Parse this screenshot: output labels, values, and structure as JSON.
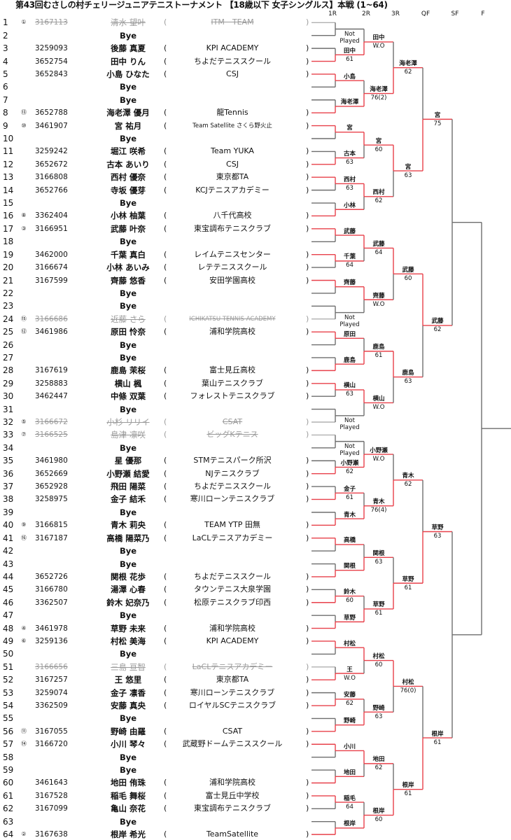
{
  "title": "第43回むさしの村チェリージュニアテニストーナメント 【18歳以下 女子シングルス】本戦 (1~64)",
  "round_headers": [
    "1R",
    "2R",
    "3R",
    "QF",
    "SF",
    "F"
  ],
  "colors": {
    "win": "#e8404a",
    "line": "#6e6e6e",
    "withdrawn": "#b0b0b0"
  },
  "rows": [
    {
      "n": "1",
      "seed": "①",
      "id": "3167113",
      "name": "清水 望叶",
      "team": "ITM　TEAM",
      "withdrawn": true
    },
    {
      "n": "2",
      "bye": "Bye"
    },
    {
      "n": "3",
      "id": "3259093",
      "name": "後藤 真夏",
      "team": "KPI ACADEMY"
    },
    {
      "n": "4",
      "id": "3652754",
      "name": "田中 りん",
      "team": "ちよだテニススクール"
    },
    {
      "n": "5",
      "id": "3652843",
      "name": "小島 ひなた",
      "team": "CSJ"
    },
    {
      "n": "6",
      "bye": "Bye"
    },
    {
      "n": "7",
      "bye": "Bye"
    },
    {
      "n": "8",
      "seed": "⑬",
      "id": "3652788",
      "name": "海老澤 優月",
      "team": "龍Tennis"
    },
    {
      "n": "9",
      "seed": "⑩",
      "id": "3461907",
      "name": "宮 祐月",
      "team": "Team Satellite さくら野火止",
      "small": true
    },
    {
      "n": "10",
      "bye": "Bye"
    },
    {
      "n": "11",
      "id": "3259242",
      "name": "堀江 咲希",
      "team": "Team YUKA"
    },
    {
      "n": "12",
      "id": "3652672",
      "name": "古本 あいり",
      "team": "CSJ"
    },
    {
      "n": "13",
      "id": "3166808",
      "name": "西村 優奈",
      "team": "東京都TA"
    },
    {
      "n": "14",
      "id": "3652766",
      "name": "寺坂 優芽",
      "team": "KCJテニスアカデミー"
    },
    {
      "n": "15",
      "bye": "Bye"
    },
    {
      "n": "16",
      "seed": "⑧",
      "id": "3362404",
      "name": "小林 柚葉",
      "team": "八千代高校"
    },
    {
      "n": "17",
      "seed": "③",
      "id": "3166951",
      "name": "武藤 叶奈",
      "team": "東宝調布テニスクラブ"
    },
    {
      "n": "18",
      "bye": "Bye"
    },
    {
      "n": "19",
      "id": "3462000",
      "name": "千葉 真白",
      "team": "レイムテニスセンター"
    },
    {
      "n": "20",
      "id": "3166674",
      "name": "小林 あいみ",
      "team": "レテテニススクール"
    },
    {
      "n": "21",
      "id": "3167599",
      "name": "齊藤 悠香",
      "team": "安田学園高校"
    },
    {
      "n": "22",
      "bye": "Bye"
    },
    {
      "n": "23",
      "bye": "Bye"
    },
    {
      "n": "24",
      "seed": "⑮",
      "id": "3166686",
      "name": "近藤 さら",
      "team": "ICHIKATSU TENNIS ACADEMY",
      "small": true,
      "withdrawn": true
    },
    {
      "n": "25",
      "seed": "⑫",
      "id": "3461986",
      "name": "原田 怜奈",
      "team": "浦和学院高校"
    },
    {
      "n": "26",
      "bye": "Bye"
    },
    {
      "n": "27",
      "bye": "Bye"
    },
    {
      "n": "28",
      "id": "3167619",
      "name": "鹿島 茉桜",
      "team": "富士見丘高校"
    },
    {
      "n": "29",
      "id": "3258883",
      "name": "横山 楓",
      "team": "葉山テニスクラブ"
    },
    {
      "n": "30",
      "id": "3462447",
      "name": "中條 双葉",
      "team": "フォレストテニスクラブ"
    },
    {
      "n": "31",
      "bye": "Bye"
    },
    {
      "n": "32",
      "seed": "⑤",
      "id": "3166672",
      "name": "小杉 リリイ",
      "team": "CSAT",
      "withdrawn": true
    },
    {
      "n": "33",
      "seed": "⑦",
      "id": "3166525",
      "name": "島津 凛咲",
      "team": "ビッグKテニス",
      "withdrawn": true
    },
    {
      "n": "34",
      "bye": "Bye"
    },
    {
      "n": "35",
      "id": "3461980",
      "name": "星 優那",
      "team": "STMテニスパーク所沢"
    },
    {
      "n": "36",
      "id": "3652669",
      "name": "小野瀬 結愛",
      "team": "NJテニスクラブ"
    },
    {
      "n": "37",
      "id": "3652928",
      "name": "飛田 陽菜",
      "team": "ちよだテニススクール"
    },
    {
      "n": "38",
      "id": "3258975",
      "name": "金子 結禾",
      "team": "寒川ローンテニスクラブ"
    },
    {
      "n": "39",
      "bye": "Bye"
    },
    {
      "n": "40",
      "seed": "⑨",
      "id": "3166815",
      "name": "青木 莉央",
      "team": "TEAM YTP 田無"
    },
    {
      "n": "41",
      "seed": "⑯",
      "id": "3167187",
      "name": "高橋 陽菜乃",
      "team": "LaCLテニスアカデミー"
    },
    {
      "n": "42",
      "bye": "Bye"
    },
    {
      "n": "43",
      "bye": "Bye"
    },
    {
      "n": "44",
      "id": "3652726",
      "name": "関根 花歩",
      "team": "ちよだテニススクール"
    },
    {
      "n": "45",
      "id": "3166780",
      "name": "湯澤 心春",
      "team": "タウンテニス大泉学園"
    },
    {
      "n": "46",
      "id": "3362507",
      "name": "鈴木 妃奈乃",
      "team": "松原テニスクラブ印西"
    },
    {
      "n": "47",
      "bye": "Bye"
    },
    {
      "n": "48",
      "seed": "④",
      "id": "3461978",
      "name": "草野 未来",
      "team": "浦和学院高校"
    },
    {
      "n": "49",
      "seed": "⑥",
      "id": "3259136",
      "name": "村松 美海",
      "team": "KPI ACADEMY"
    },
    {
      "n": "50",
      "bye": "Bye"
    },
    {
      "n": "51",
      "id": "3166656",
      "name": "三島 亘智",
      "team": "LaCLテニスアカデミー",
      "withdrawn": true
    },
    {
      "n": "52",
      "id": "3167257",
      "name": "王 悠里",
      "team": "東京都TA"
    },
    {
      "n": "53",
      "id": "3259074",
      "name": "金子 凛香",
      "team": "寒川ローンテニスクラブ"
    },
    {
      "n": "54",
      "id": "3362509",
      "name": "安藤 真央",
      "team": "ロイヤルSCテニスクラブ"
    },
    {
      "n": "55",
      "bye": "Bye"
    },
    {
      "n": "56",
      "seed": "⑪",
      "id": "3167055",
      "name": "野崎 由羅",
      "team": "CSAT"
    },
    {
      "n": "57",
      "seed": "⑭",
      "id": "3166720",
      "name": "小川 琴々",
      "team": "武蔵野ドームテニススクール"
    },
    {
      "n": "58",
      "bye": "Bye"
    },
    {
      "n": "59",
      "bye": "Bye"
    },
    {
      "n": "60",
      "id": "3461643",
      "name": "地田 侑珠",
      "team": "浦和学院高校"
    },
    {
      "n": "61",
      "id": "3167528",
      "name": "稲毛 舞桜",
      "team": "富士見丘中学校"
    },
    {
      "n": "62",
      "id": "3167099",
      "name": "亀山 奈花",
      "team": "東宝調布テニスクラブ"
    },
    {
      "n": "63",
      "bye": "Bye"
    },
    {
      "n": "64",
      "seed": "②",
      "id": "3167638",
      "name": "根岸 希光",
      "team": "TeamSatellite"
    }
  ],
  "paren_open": "(",
  "paren_close": ")",
  "not_played": [
    "Not",
    "Played"
  ],
  "rounds": [
    [
      {
        "np": true
      },
      {
        "w": "田中",
        "s": "61",
        "side": 1
      },
      {
        "w": "小島",
        "side": 0
      },
      {
        "w": "海老澤",
        "side": 1
      },
      {
        "w": "宮",
        "side": 0
      },
      {
        "w": "古本",
        "s": "63",
        "side": 1
      },
      {
        "w": "西村",
        "s": "63",
        "side": 0
      },
      {
        "w": "小林",
        "side": 1
      },
      {
        "w": "武藤",
        "side": 0
      },
      {
        "w": "千葉",
        "s": "64",
        "side": 0
      },
      {
        "w": "齊藤",
        "side": 0
      },
      {
        "np": true
      },
      {
        "w": "原田",
        "side": 0
      },
      {
        "w": "鹿島",
        "side": 1
      },
      {
        "w": "横山",
        "s": "63",
        "side": 0
      },
      {
        "np": true
      },
      {
        "np": true
      },
      {
        "w": "小野瀬",
        "s": "62",
        "side": 1
      },
      {
        "w": "金子",
        "s": "61",
        "side": 1
      },
      {
        "w": "青木",
        "side": 1
      },
      {
        "w": "高橋",
        "side": 0
      },
      {
        "w": "関根",
        "side": 1
      },
      {
        "w": "鈴木",
        "s": "60",
        "side": 1
      },
      {
        "w": "草野",
        "side": 1
      },
      {
        "w": "村松",
        "side": 0
      },
      {
        "w": "王",
        "s": "W.O",
        "side": 1
      },
      {
        "w": "安藤",
        "s": "62",
        "side": 1
      },
      {
        "w": "野崎",
        "side": 1
      },
      {
        "w": "小川",
        "side": 0
      },
      {
        "w": "地田",
        "side": 1
      },
      {
        "w": "稲毛",
        "s": "64",
        "side": 0
      },
      {
        "w": "根岸",
        "side": 1
      }
    ],
    [
      {
        "w": "田中",
        "s": "W.O",
        "side": 1
      },
      {
        "w": "海老澤",
        "s": "76(2)",
        "side": 1
      },
      {
        "w": "宮",
        "s": "60",
        "side": 0
      },
      {
        "w": "西村",
        "s": "62",
        "side": 0
      },
      {
        "w": "武藤",
        "s": "64",
        "side": 0
      },
      {
        "w": "齊藤",
        "s": "W.O",
        "side": 0
      },
      {
        "w": "鹿島",
        "s": "61",
        "side": 1
      },
      {
        "w": "横山",
        "s": "W.O",
        "side": 0
      },
      {
        "w": "小野瀬",
        "s": "W.O",
        "side": 1
      },
      {
        "w": "青木",
        "s": "76(4)",
        "side": 1
      },
      {
        "w": "関根",
        "s": "63",
        "side": 1
      },
      {
        "w": "草野",
        "s": "61",
        "side": 1
      },
      {
        "w": "村松",
        "s": "60",
        "side": 0
      },
      {
        "w": "野崎",
        "s": "63",
        "side": 1
      },
      {
        "w": "地田",
        "s": "62",
        "side": 0
      },
      {
        "w": "根岸",
        "s": "60",
        "side": 1
      }
    ],
    [
      {
        "w": "海老澤",
        "s": "62",
        "side": 1
      },
      {
        "w": "宮",
        "s": "63",
        "side": 0
      },
      {
        "w": "武藤",
        "s": "60",
        "side": 0
      },
      {
        "w": "鹿島",
        "s": "63",
        "side": 0
      },
      {
        "w": "青木",
        "s": "62",
        "side": 1
      },
      {
        "w": "草野",
        "s": "61",
        "side": 1
      },
      {
        "w": "村松",
        "s": "76(0)",
        "side": 0
      },
      {
        "w": "根岸",
        "s": "61",
        "side": 1
      }
    ],
    [
      {
        "w": "宮",
        "s": "75",
        "side": 1
      },
      {
        "w": "武藤",
        "s": "62",
        "side": 0
      },
      {
        "w": "草野",
        "s": "63",
        "side": 1
      },
      {
        "w": "根岸",
        "s": "61",
        "side": 1
      }
    ],
    [
      {},
      {}
    ],
    [
      {}
    ]
  ]
}
